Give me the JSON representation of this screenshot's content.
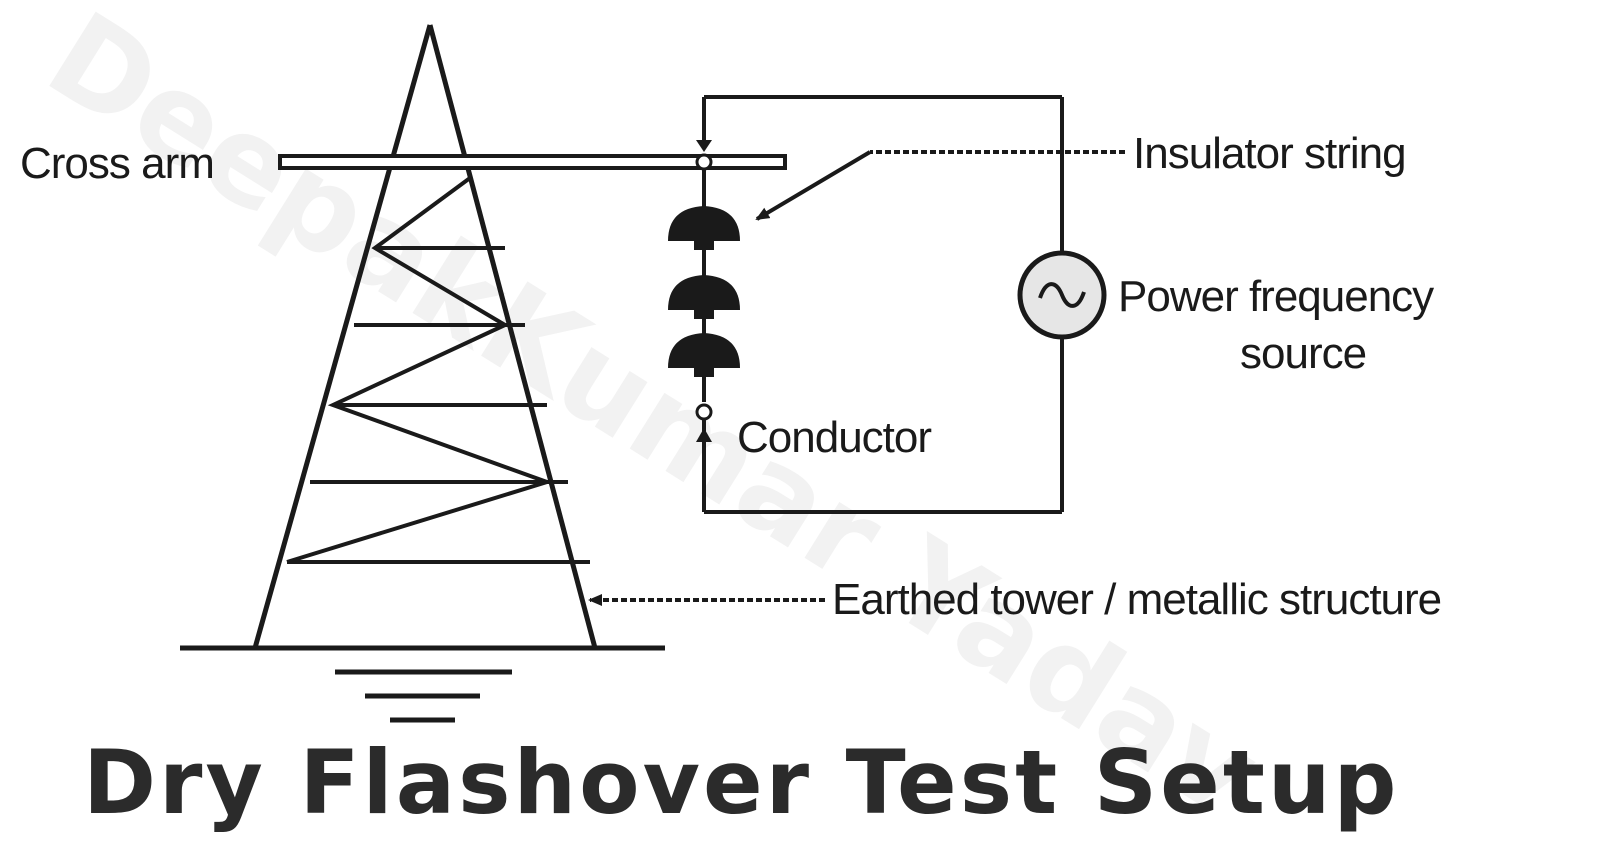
{
  "watermark": "DeepakKumar Yadav",
  "labels": {
    "cross_arm": "Cross arm",
    "insulator_string": "Insulator string",
    "power_source_line1": "Power frequency",
    "power_source_line2": "source",
    "conductor": "Conductor",
    "tower": "Earthed tower / metallic structure"
  },
  "title": "Dry Flashover Test Setup",
  "colors": {
    "ink": "#1a1a1a",
    "title": "#2b2b2b",
    "watermark": "#f2f2f2",
    "source_fill": "#e6e6e6"
  },
  "icons": {
    "source_symbol": "ac-sine-icon",
    "earth_symbol": "ground-icon"
  }
}
